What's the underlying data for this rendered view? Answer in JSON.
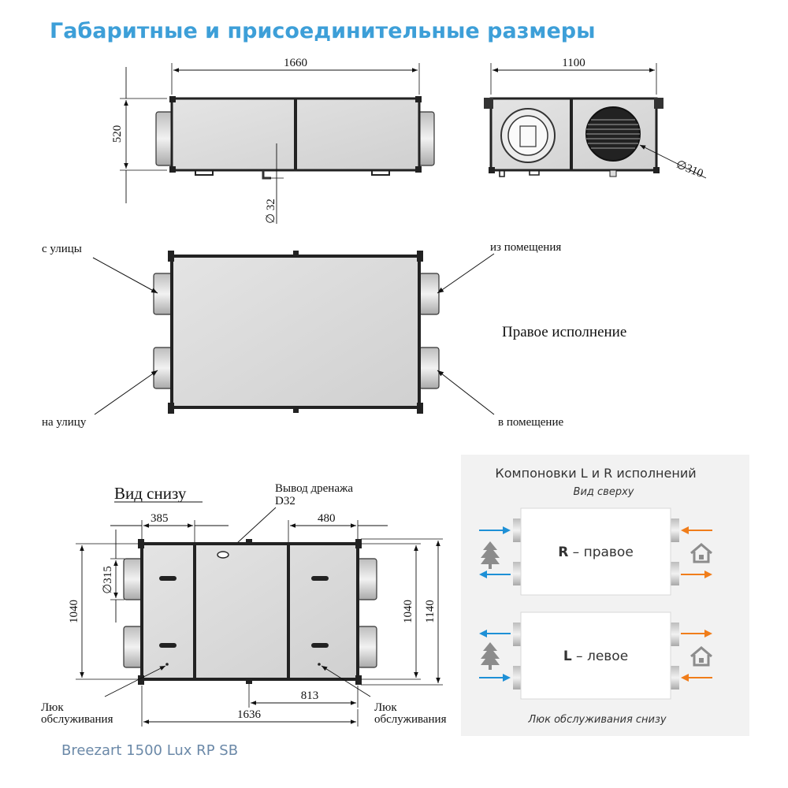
{
  "header": {
    "title": "Габаритные и присоединительные размеры"
  },
  "side_view": {
    "width_dim": "1660",
    "height_dim": "520",
    "drain_dim": "∅ 32"
  },
  "front_view": {
    "width_dim": "1100",
    "duct_dim": "∅310"
  },
  "top_view": {
    "label_from_street": "с улицы",
    "label_from_room": "из помещения",
    "label_to_street": "на улицу",
    "label_to_room": "в помещение",
    "execution_label": "Правое исполнение"
  },
  "bottom_view": {
    "view_title": "Вид снизу",
    "drain_label_1": "Вывод дренажа",
    "drain_label_2": "D32",
    "dim_left": "385",
    "dim_right": "480",
    "dim_duct": "∅315",
    "dim_height_left": "1040",
    "dim_height_inner": "1040",
    "dim_height_outer": "1140",
    "dim_813": "813",
    "dim_total": "1636",
    "hatch_left_1": "Люк",
    "hatch_left_2": "обслуживания",
    "hatch_right_1": "Люк",
    "hatch_right_2": "обслуживания"
  },
  "layouts": {
    "title": "Компоновки L и R исполнений",
    "subtitle": "Вид сверху",
    "r_letter": "R",
    "r_text": " – правое",
    "l_letter": "L",
    "l_text": " – левое",
    "footer": "Люк обслуживания снизу",
    "colors": {
      "blue_arrow": "#1e90d6",
      "orange_arrow": "#f07d1a",
      "panel_bg": "#f2f2f2",
      "icon_gray": "#8c8c8c"
    }
  },
  "footer": {
    "model": "Breezart 1500 Lux RP SB"
  },
  "colors": {
    "title": "#3d9fd8",
    "model": "#6b89a8"
  }
}
